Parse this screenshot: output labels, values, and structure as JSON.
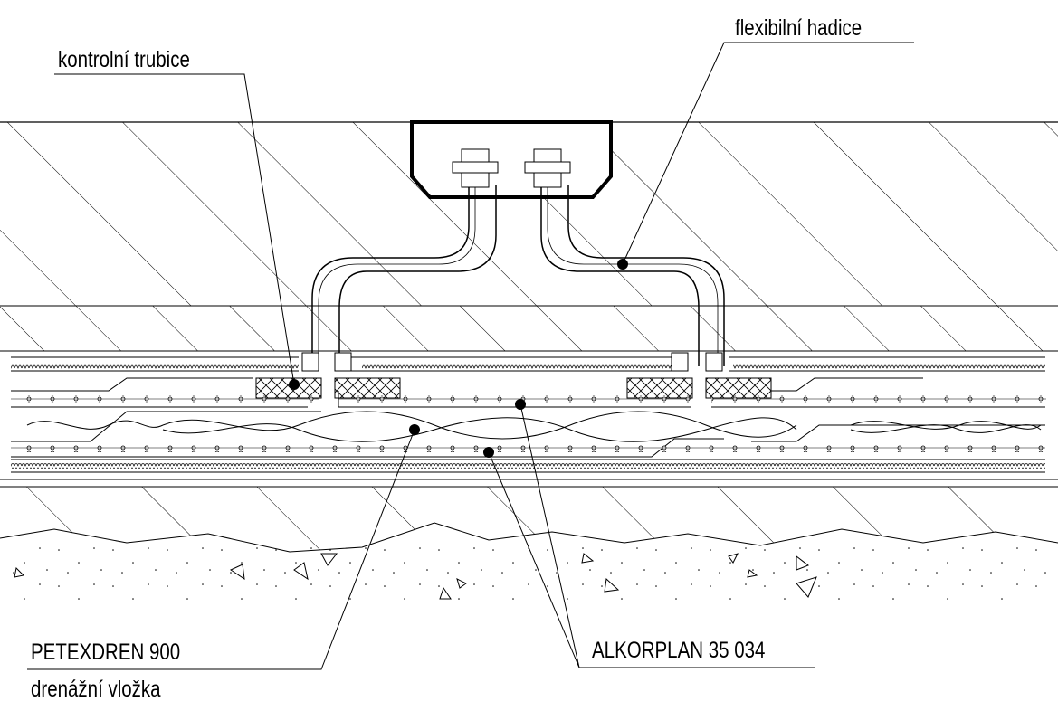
{
  "labels": {
    "control_tube": "kontrolní trubice",
    "flexible_hose": "flexibilní hadice",
    "drain_liner_product": "PETEXDREN 900",
    "drain_liner_desc": "drenážní vložka",
    "membrane": "ALKORPLAN 35 034"
  },
  "colors": {
    "line": "#000000",
    "background": "#ffffff"
  }
}
